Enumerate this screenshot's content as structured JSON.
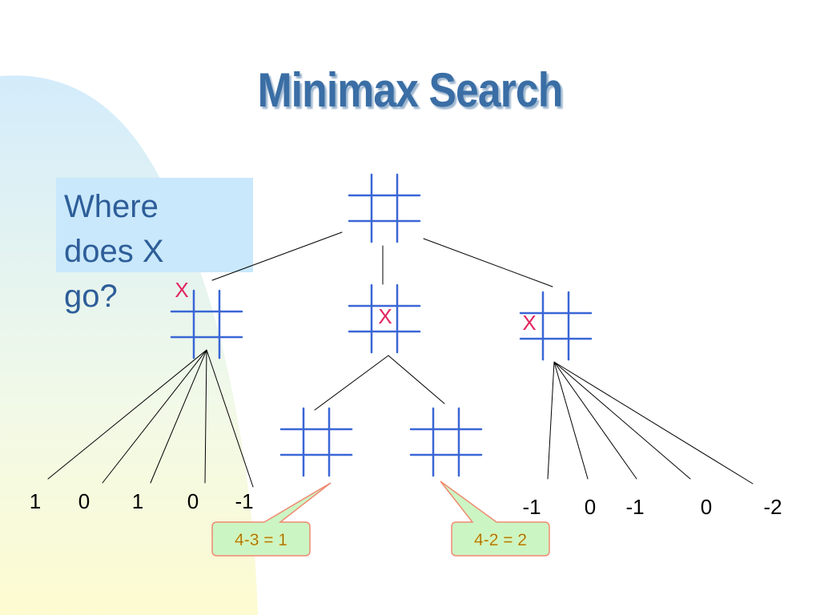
{
  "title": "Minimax Search",
  "question": "Where does X go?",
  "colors": {
    "title": "#3a6ea5",
    "grid": "#3a66d6",
    "mark": "#e0245e",
    "edge": "#000000",
    "callout_fill": "#ccf5c4",
    "callout_border": "#f08a70",
    "callout_text": "#8a5a00",
    "question_bg": "#c9e8fb",
    "question_text": "#2e5e99"
  },
  "tree": {
    "mark_symbol": "X",
    "root": {},
    "moves": [
      {
        "mark": "X",
        "mark_cell": "top-left"
      },
      {
        "mark": "X",
        "mark_cell": "center"
      },
      {
        "mark": "X",
        "mark_cell": "middle-left"
      }
    ],
    "left_leaf_values": [
      "1",
      "0",
      "1",
      "0",
      "-1"
    ],
    "right_leaf_values": [
      "-1",
      "0",
      "-1",
      "0",
      "-2"
    ],
    "callouts": [
      "4-3 = 1",
      "4-2 = 2"
    ]
  }
}
